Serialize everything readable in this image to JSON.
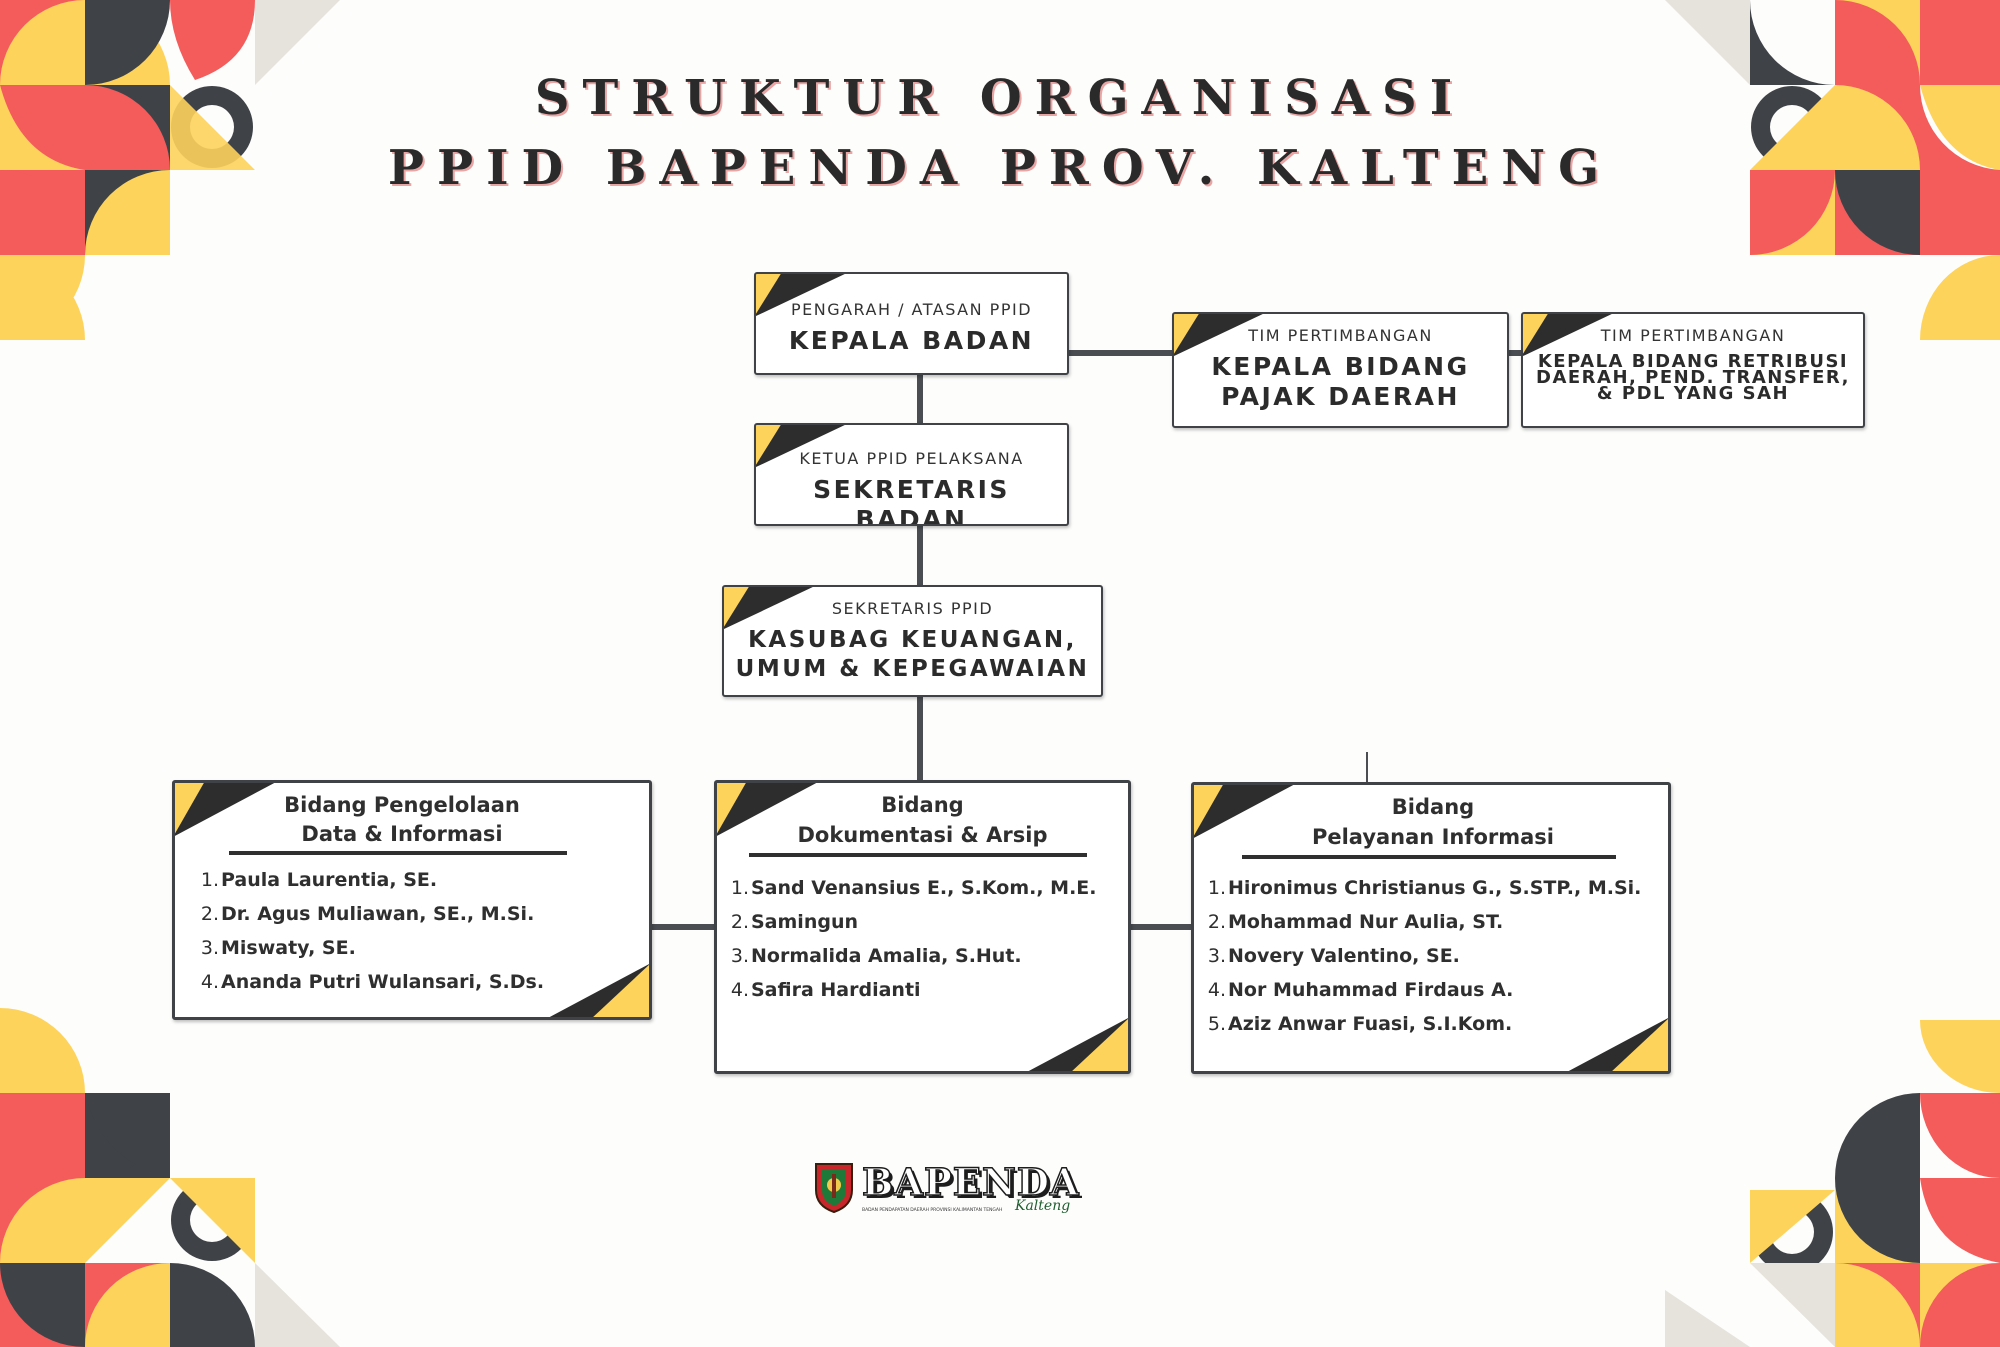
{
  "title": {
    "line1": "STRUKTUR ORGANISASI",
    "line2": "PPID BAPENDA PROV. KALTENG"
  },
  "nodes": {
    "kepala_badan": {
      "role": "PENGARAH / ATASAN PPID",
      "name": "KEPALA BADAN"
    },
    "pajak": {
      "role": "TIM PERTIMBANGAN",
      "name_line1": "KEPALA BIDANG",
      "name_line2": "PAJAK DAERAH"
    },
    "retribusi": {
      "role": "TIM PERTIMBANGAN",
      "name_line1": "KEPALA BIDANG RETRIBUSI",
      "name_line2": "DAERAH, PEND. TRANSFER,",
      "name_line3": "& PDL YANG SAH"
    },
    "sekretaris": {
      "role": "KETUA PPID PELAKSANA",
      "name": "SEKRETARIS BADAN"
    },
    "kasubag": {
      "role": "SEKRETARIS PPID",
      "name_line1": "KASUBAG KEUANGAN,",
      "name_line2": "UMUM & KEPEGAWAIAN"
    }
  },
  "divisions": [
    {
      "heading_line1": "Bidang Pengelolaan",
      "heading_line2": "Data & Informasi",
      "members": [
        {
          "num": "1.",
          "name": "Paula Laurentia, SE."
        },
        {
          "num": "2.",
          "name": "Dr. Agus Muliawan, SE., M.Si."
        },
        {
          "num": "3.",
          "name": "Miswaty, SE."
        },
        {
          "num": "4.",
          "name": "Ananda Putri Wulansari, S.Ds."
        }
      ]
    },
    {
      "heading_line1": "Bidang",
      "heading_line2": "Dokumentasi & Arsip",
      "members": [
        {
          "num": "1.",
          "name": "Sand Venansius E., S.Kom., M.E."
        },
        {
          "num": "2.",
          "name": "Samingun"
        },
        {
          "num": "3.",
          "name": "Normalida Amalia, S.Hut."
        },
        {
          "num": "4.",
          "name": "Safira Hardianti"
        }
      ]
    },
    {
      "heading_line1": "Bidang",
      "heading_line2": "Pelayanan Informasi",
      "members": [
        {
          "num": "1.",
          "name": "Hironimus Christianus G., S.STP., M.Si."
        },
        {
          "num": "2.",
          "name": "Mohammad Nur Aulia, ST."
        },
        {
          "num": "3.",
          "name": "Novery Valentino, SE."
        },
        {
          "num": "4.",
          "name": "Nor Muhammad Firdaus A."
        },
        {
          "num": "5.",
          "name": "Aziz Anwar Fuasi, S.I.Kom."
        }
      ]
    }
  ],
  "logo": {
    "wordmark": "BAPENDA",
    "script": "Kalteng",
    "subtitle": "BADAN PENDAPATAN DAERAH PROVINSI KALIMANTAN TENGAH",
    "icon": "kalteng-emblem-icon"
  },
  "colors": {
    "red": "#f45b5b",
    "yellow": "#fdd35c",
    "dark": "#3f4347",
    "beige": "#e6e3dc"
  }
}
